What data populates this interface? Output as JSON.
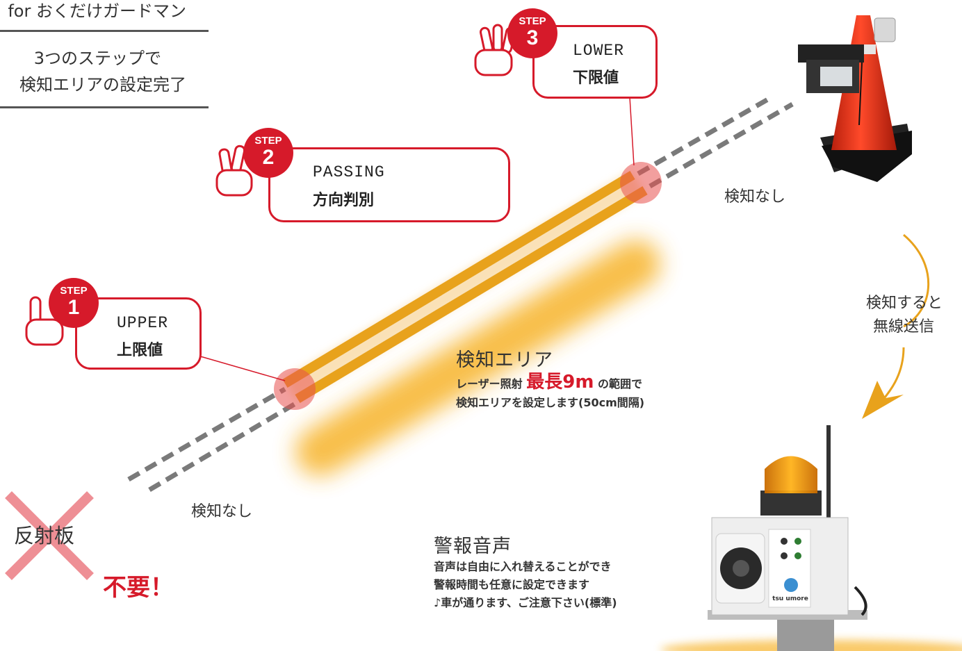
{
  "header": {
    "subtitle": "for おくだけガードマン",
    "tagline_line1": "3つのステップで",
    "tagline_line2": "検知エリアの設定完了"
  },
  "steps": [
    {
      "badge_label": "STEP",
      "number": "1",
      "en": "UPPER",
      "jp": "上限値"
    },
    {
      "badge_label": "STEP",
      "number": "2",
      "en": "PASSING",
      "jp": "方向判別"
    },
    {
      "badge_label": "STEP",
      "number": "3",
      "en": "LOWER",
      "jp": "下限値"
    }
  ],
  "labels": {
    "no_detect_upper": "検知なし",
    "no_detect_lower": "検知なし",
    "wireless_line1": "検知すると",
    "wireless_line2": "無線送信"
  },
  "detection_area": {
    "title": "検知エリア",
    "line1_prefix": "レーザー照射",
    "line1_highlight": "最長9m",
    "line1_suffix": "の範囲で",
    "line2": "検知エリアを設定します(50cm間隔)"
  },
  "reflector": {
    "label": "反射板",
    "not_needed": "不要！"
  },
  "alarm": {
    "title": "警報音声",
    "line1": "音声は自由に入れ替えることができ",
    "line2": "警報時間も任意に設定できます",
    "line3": "♪車が通ります、ご注意下さい(標準)",
    "brand": "tsu umore"
  },
  "colors": {
    "accent_red": "#d61a2a",
    "beam_orange": "#e8a21c",
    "dash_gray": "#777777"
  }
}
